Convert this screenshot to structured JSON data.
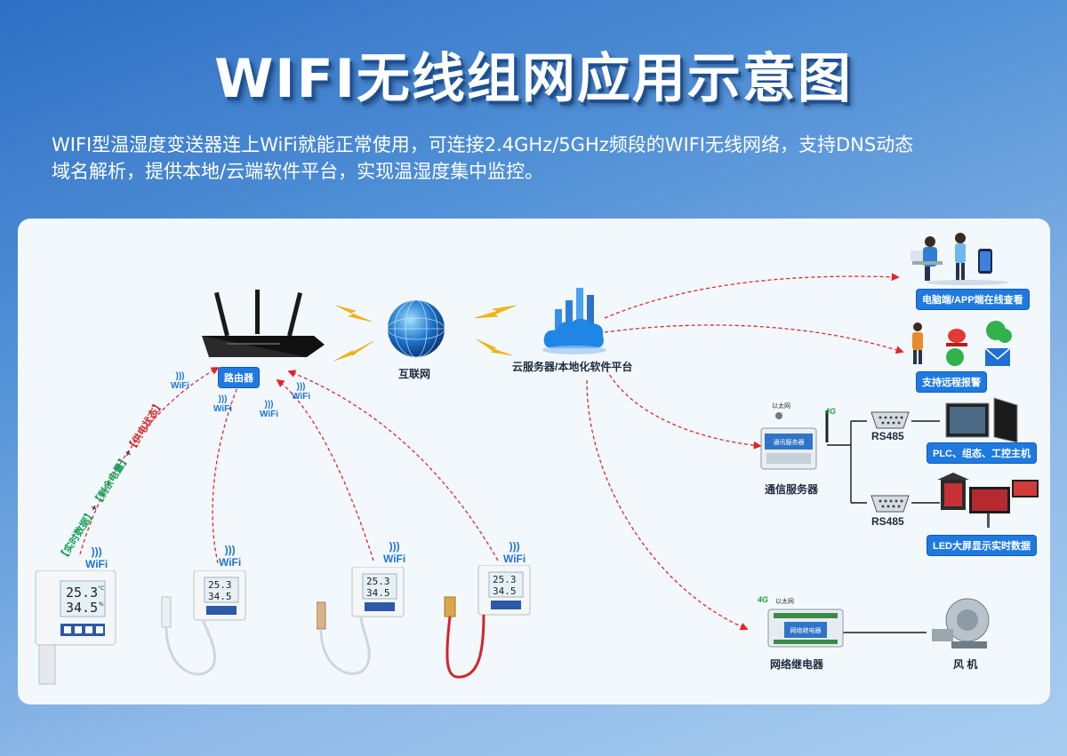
{
  "title": "WIFI无线组网应用示意图",
  "description_line1": "WIFI型温湿度变送器连上WiFi就能正常使用，可连接2.4GHz/5GHz频段的WIFI无线网络，支持DNS动态",
  "description_line2": "域名解析，提供本地/云端软件平台，实现温湿度集中监控。",
  "nodes": {
    "router": "路由器",
    "internet": "互联网",
    "cloud": "云服务器/本地化软件平台",
    "pc_app": "电脑端/APP端在线查看",
    "alarm": "支持远程报警",
    "comm_server": "通信服务器",
    "rs485_1": "RS485",
    "rs485_2": "RS485",
    "plc": "PLC、组态、工控主机",
    "led": "LED大屏显示实时数据",
    "relay": "网络继电器",
    "fan": "风 机"
  },
  "wifi_label": "WiFi",
  "data_tags": {
    "realtime": "【实时数据】",
    "plus1": "+",
    "battery": "【剩余电量】",
    "plus2": "+",
    "power": "【供电状态】"
  },
  "device_readings": {
    "d1_temp": "25.3",
    "d1_hum": "34.5",
    "d2_temp": "25.3",
    "d2_hum": "34.5",
    "d3_temp": "25.3",
    "d3_hum": "34.5",
    "d4_temp": "25.3",
    "d4_hum": "34.5",
    "unit_c": "°C",
    "unit_pct": "%"
  },
  "small_tags": {
    "g4a": "4G",
    "g4b": "4G",
    "s_a": "以太网",
    "s_b": "以太网",
    "comm_screen": "通讯服务器",
    "relay_screen": "网络继电器"
  },
  "colors": {
    "accent": "#1f7ae0",
    "link": "#e0262b",
    "tag_green": "#1a9e55",
    "tag_red": "#d62a2a"
  }
}
